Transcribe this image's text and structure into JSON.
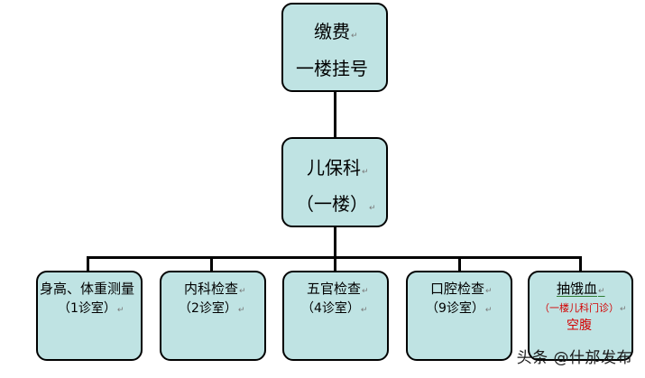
{
  "top": {
    "line1": "缴费",
    "line2": "一楼挂号"
  },
  "middle": {
    "line1": "儿保科",
    "line2": "（一楼）"
  },
  "para_mark": "↵",
  "leaves": [
    {
      "title": "身高、体重测量",
      "sub": "（1诊室）"
    },
    {
      "title": "内科检查",
      "sub": "（2诊室）"
    },
    {
      "title": "五官检查",
      "sub": "（4诊室）"
    },
    {
      "title": "口腔检查",
      "sub": "（9诊室）"
    },
    {
      "title": "抽饿血",
      "sub": "（一楼儿科门诊）",
      "sub2": "空腹"
    }
  ],
  "watermark": "头条 @什邡发布",
  "colors": {
    "box_fill": "#bfe3e3",
    "border": "#000000",
    "red_text": "#d40000"
  }
}
